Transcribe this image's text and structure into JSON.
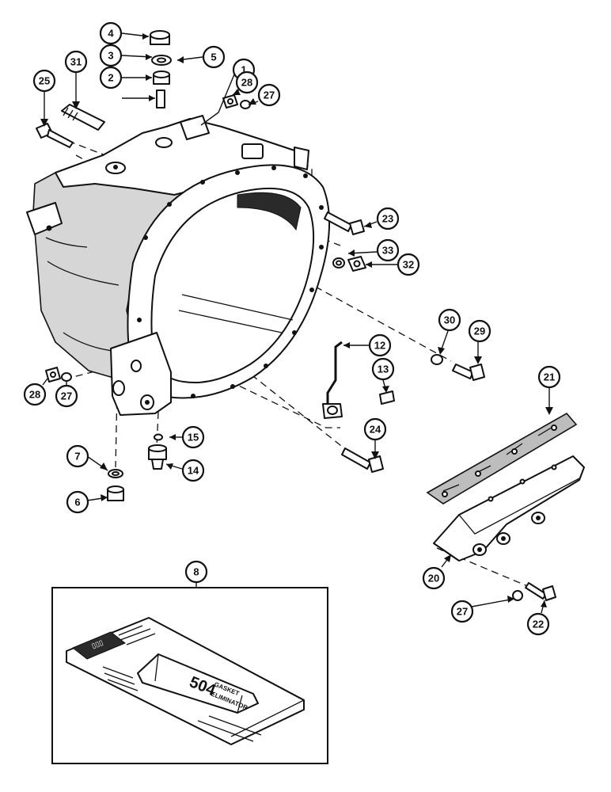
{
  "callouts": [
    {
      "label": "1"
    },
    {
      "label": "2"
    },
    {
      "label": "3"
    },
    {
      "label": "4"
    },
    {
      "label": "5"
    },
    {
      "label": "6"
    },
    {
      "label": "7"
    },
    {
      "label": "8"
    },
    {
      "label": "12"
    },
    {
      "label": "13"
    },
    {
      "label": "14"
    },
    {
      "label": "15"
    },
    {
      "label": "20"
    },
    {
      "label": "21"
    },
    {
      "label": "22"
    },
    {
      "label": "23"
    },
    {
      "label": "24"
    },
    {
      "label": "25"
    },
    {
      "label": "27"
    },
    {
      "label": "27"
    },
    {
      "label": "27"
    },
    {
      "label": "28"
    },
    {
      "label": "28"
    },
    {
      "label": "29"
    },
    {
      "label": "30"
    },
    {
      "label": "31"
    },
    {
      "label": "32"
    },
    {
      "label": "33"
    }
  ],
  "package": {
    "product_number": "504",
    "product_line1": "GASKET",
    "product_line2": "ELIMINATOR"
  }
}
